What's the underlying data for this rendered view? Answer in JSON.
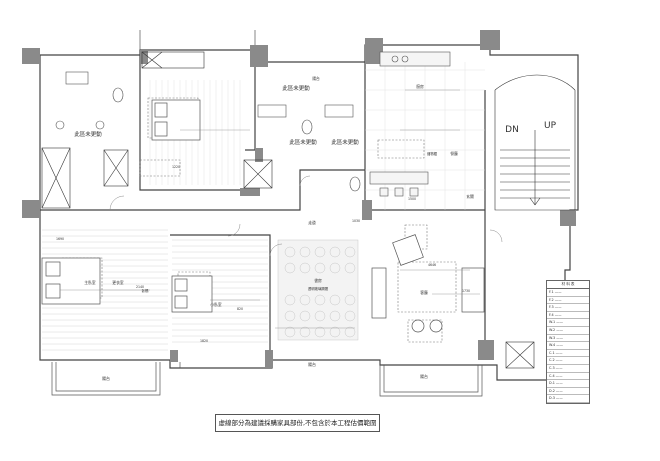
{
  "caption": "虛線部分為建議採購家具部份,不包含於本工程估價範圍",
  "rooms": {
    "unchanged_left": "此區未更動",
    "unchanged_top": "此區未更動",
    "unchanged_mid": "此區未更動",
    "unchanged_right": "此區未更動",
    "balcony_top": "陽台",
    "balcony_bottom_left": "陽台",
    "balcony_bottom_mid": "陽台",
    "balcony_bottom_right": "陽台",
    "bedroom_left": "主臥室",
    "bedroom_right": "小臥室",
    "dressing": "更衣室",
    "corridor": "走道",
    "living": "客廳",
    "dining": "餐廳",
    "kitchen": "廚房",
    "study": "書房",
    "entrance": "玄關"
  },
  "stairs": {
    "down": "DN",
    "up": "UP"
  },
  "annotations": {
    "glass_partition": "透明玻璃隔間",
    "kitchen_label": "廚房",
    "storage": "儲物櫃",
    "bench": "臥榻",
    "dim_a": "1220",
    "dim_b": "1690",
    "dim_c": "2140",
    "dim_d": "1500",
    "dim_e": "1030",
    "dim_f": "820",
    "dim_g": "4646",
    "dim_h": "1730",
    "dim_i": "1820"
  },
  "legend": {
    "title": "材 料 表",
    "rows": [
      "F.1  ——",
      "F.2  ——",
      "F.3  ——",
      "F.4  ——",
      "W.1  ——",
      "W.2  ——",
      "W.3  ——",
      "W.4  ——",
      "C.1  ——",
      "C.2  ——",
      "C.3  ——",
      "C.4  ——",
      "D.1  ——",
      "D.2  ——",
      "D.3  ——"
    ]
  }
}
